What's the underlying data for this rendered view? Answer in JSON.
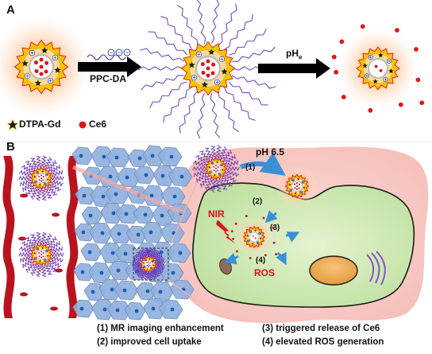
{
  "panels": {
    "a": "A",
    "b": "B"
  },
  "step1": {
    "reagent": "PPC-DA"
  },
  "step2": {
    "condition": "pH",
    "condition_sub": "e"
  },
  "legend": {
    "gd": "DTPA-Gd",
    "ce6": "Ce6"
  },
  "cell": {
    "ph_label": "pH 6.5",
    "nir": "NIR",
    "ros": "ROS",
    "steps": [
      "(1)",
      "(2)",
      "(3)",
      "(4)"
    ]
  },
  "captions": [
    "(1) MR imaging enhancement",
    "(2) improved cell uptake",
    "(3) triggered release of Ce6",
    "(4) elevated ROS generation"
  ],
  "colors": {
    "shell": "#f5c400",
    "core": "#ffffff",
    "ce6": "#e0141b",
    "peg": "#6a3bb5",
    "cell": "#d9eec0",
    "tumor_bg": "#f8c9c6",
    "vessel": "#b9141e",
    "tissue": "#8fb0dc"
  }
}
